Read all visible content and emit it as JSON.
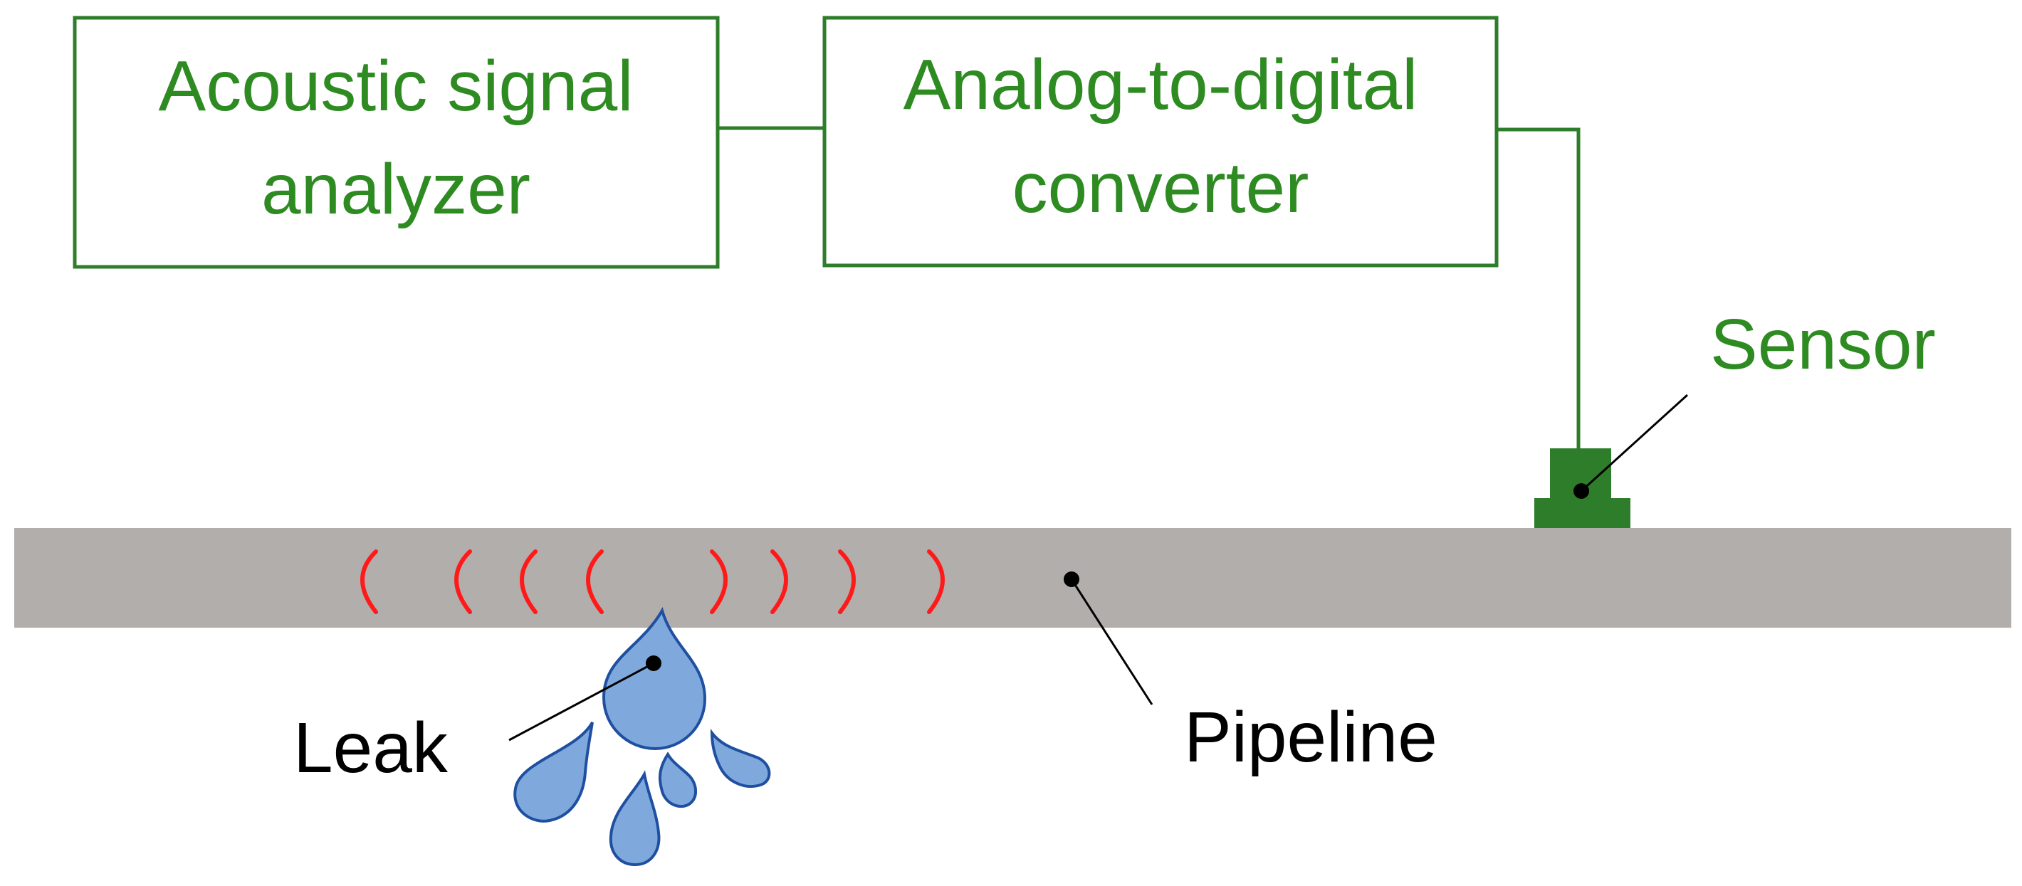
{
  "diagram": {
    "colors": {
      "box_stroke": "#2e7d2a",
      "text_green": "#2e8b22",
      "sensor_fill": "#2e7d2a",
      "pipeline_fill": "#b1aeac",
      "wave_color": "#ff1a1a",
      "drop_fill": "#7fa9dd",
      "drop_stroke": "#1f4fa0",
      "label_black": "#000000"
    },
    "boxes": {
      "analyzer": {
        "line1": "Acoustic signal",
        "line2": "analyzer"
      },
      "converter": {
        "line1": "Analog-to-digital",
        "line2": "converter"
      }
    },
    "labels": {
      "sensor": "Sensor",
      "leak": "Leak",
      "pipeline": "Pipeline"
    },
    "icons": {
      "sensor": "sensor-icon",
      "drops": "water-drop-icon",
      "waves": "acoustic-wave-icon"
    }
  }
}
